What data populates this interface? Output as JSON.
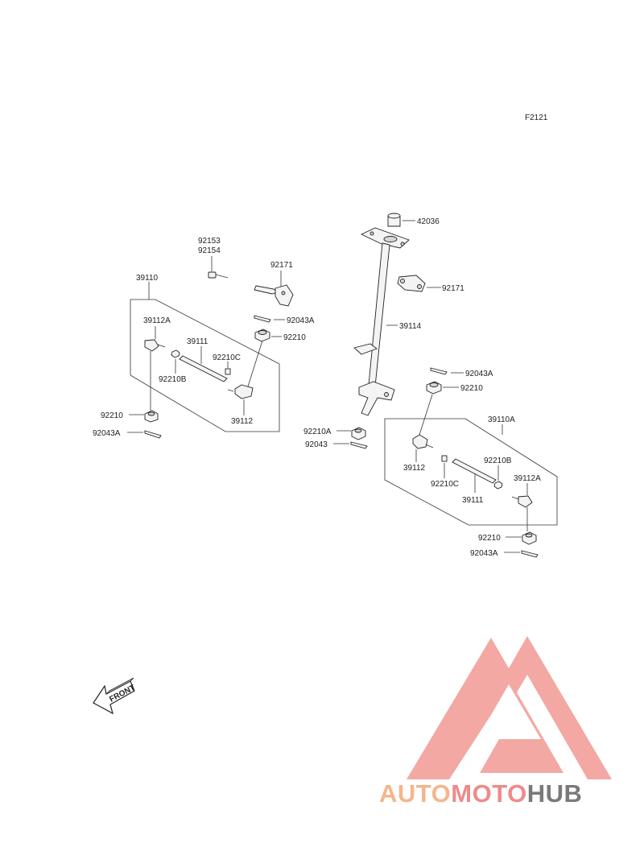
{
  "figure_code": "F2121",
  "front_label": "FRONT",
  "watermark": {
    "part1": "AUTO",
    "part2": "MOTO",
    "part3": "HUB",
    "color1": "#f5b58c",
    "color2": "#f08a8a",
    "color3": "#7a7a7a",
    "logo_color": "#f29a94"
  },
  "labels": {
    "l42036": "42036",
    "l92153": "92153",
    "l92154": "92154",
    "l92171a": "92171",
    "l92171b": "92171",
    "l39110": "39110",
    "l92043Aa": "92043A",
    "l39114": "39114",
    "l39112Aa": "39112A",
    "l39111a": "39111",
    "l92210a": "92210",
    "l92210Ca": "92210C",
    "l92210Ba": "92210B",
    "l92043Ab": "92043A",
    "l92210b": "92210",
    "l39112a": "39112",
    "l92210c": "92210",
    "l92043Ac": "92043A",
    "l39110A": "39110A",
    "l92210A": "92210A",
    "l92043": "92043",
    "l39112b": "39112",
    "l92210Bb": "92210B",
    "l39112Ab": "39112A",
    "l92210Cb": "92210C",
    "l39111b": "39111",
    "l92210d": "92210",
    "l92043Ad": "92043A"
  }
}
